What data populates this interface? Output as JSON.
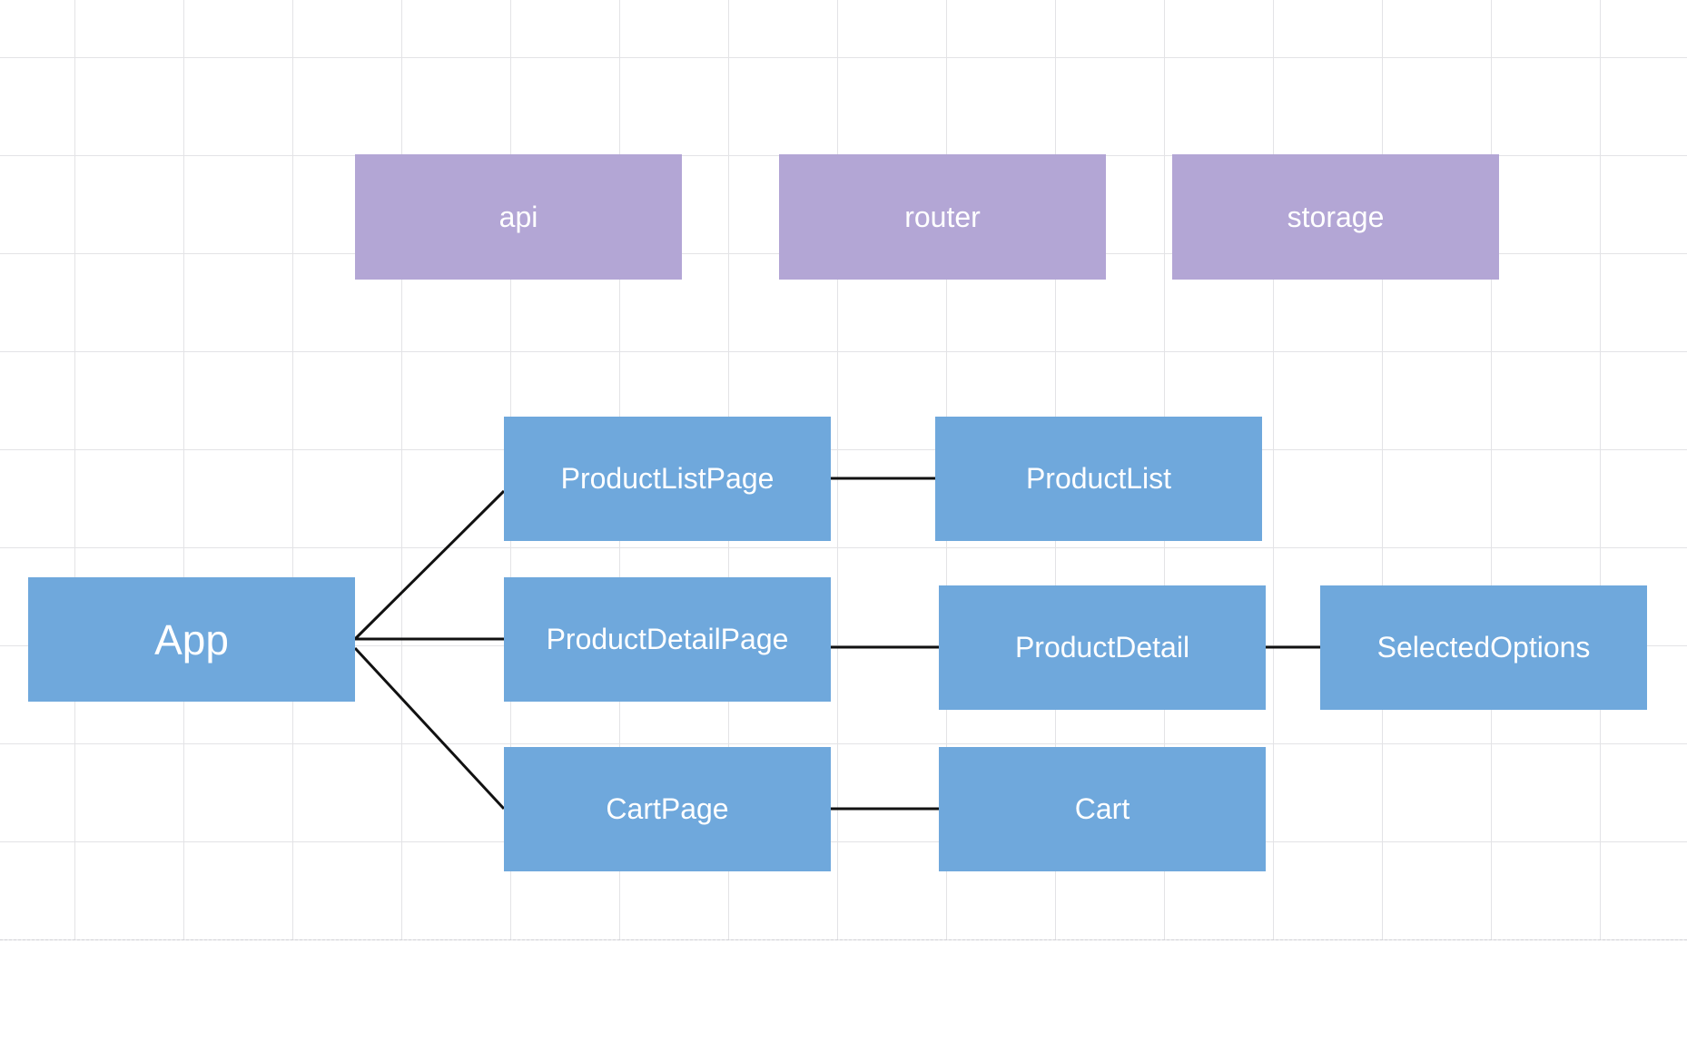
{
  "diagram": {
    "grid_color": "#e3e3e6",
    "connector_color": "#111111",
    "colors": {
      "service": "#b3a6d5",
      "component": "#6fa8dc"
    },
    "services": [
      {
        "id": "api",
        "label": "api"
      },
      {
        "id": "router",
        "label": "router"
      },
      {
        "id": "storage",
        "label": "storage"
      }
    ],
    "components": {
      "app": "App",
      "product_list_page": "ProductListPage",
      "product_detail_page": "ProductDetailPage",
      "cart_page": "CartPage",
      "product_list": "ProductList",
      "product_detail": "ProductDetail",
      "selected_options": "SelectedOptions",
      "cart": "Cart"
    },
    "edges": [
      [
        "App",
        "ProductListPage"
      ],
      [
        "App",
        "ProductDetailPage"
      ],
      [
        "App",
        "CartPage"
      ],
      [
        "ProductListPage",
        "ProductList"
      ],
      [
        "ProductDetailPage",
        "ProductDetail"
      ],
      [
        "ProductDetail",
        "SelectedOptions"
      ],
      [
        "CartPage",
        "Cart"
      ]
    ]
  }
}
